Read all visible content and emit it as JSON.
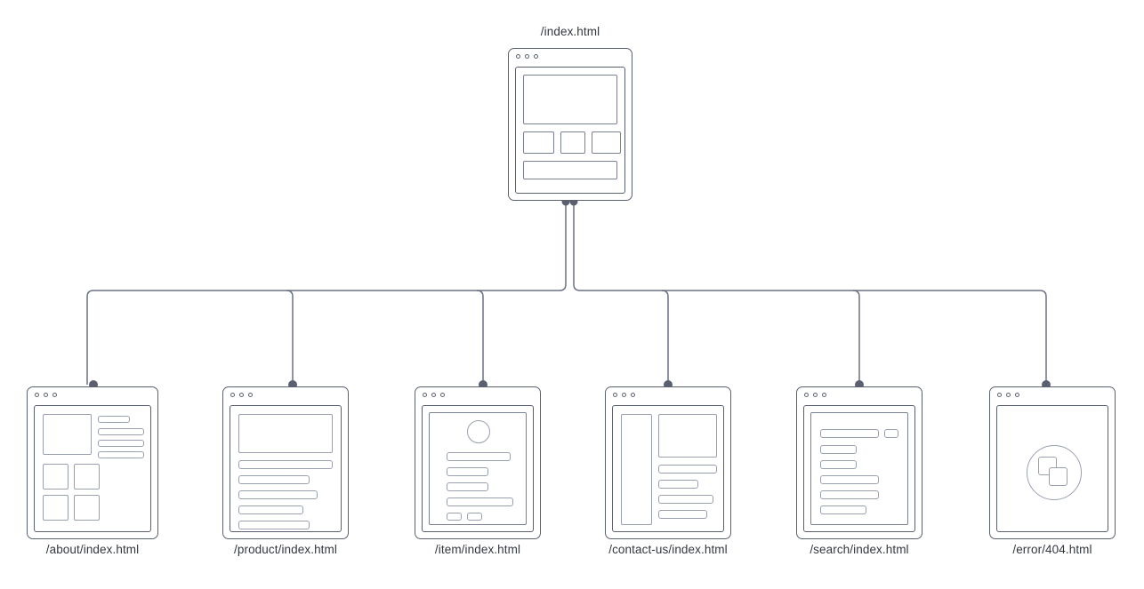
{
  "diagram": {
    "type": "sitemap",
    "title": "/index.html",
    "background_color": "#ffffff",
    "line_color": "#6b7183",
    "node_border_color": "#5b6071",
    "block_border_color": "#9aa0b0",
    "label_color": "#33373f",
    "connector_dot_color": "#5b6071"
  },
  "root": {
    "label": "/index.html",
    "label_position": "top",
    "wireframe": "hero-cards-bar"
  },
  "children": [
    {
      "label": "/about/index.html",
      "wireframe": "image-text-grid"
    },
    {
      "label": "/product/index.html",
      "wireframe": "hero-text-lines"
    },
    {
      "label": "/item/index.html",
      "wireframe": "avatar-form-buttons"
    },
    {
      "label": "/contact-us/index.html",
      "wireframe": "sidebar-content"
    },
    {
      "label": "/search/index.html",
      "wireframe": "search-results"
    },
    {
      "label": "/error/404.html",
      "wireframe": "broken-image-circle"
    }
  ],
  "icons": {
    "window_dots": "window-control-dots",
    "avatar": "avatar-circle-icon",
    "broken_image": "broken-image-icon"
  }
}
